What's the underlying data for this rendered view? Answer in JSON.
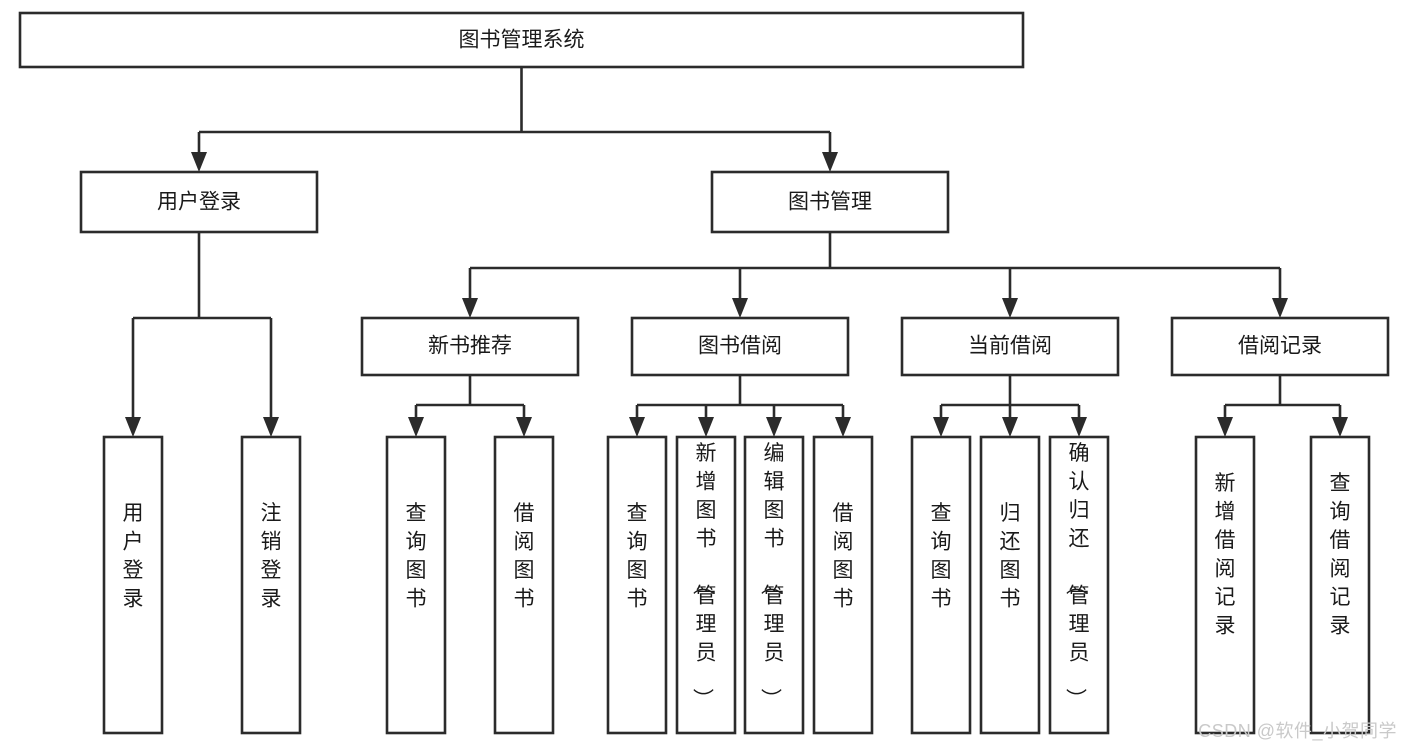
{
  "diagram": {
    "type": "tree",
    "title": "图书管理系统",
    "watermark": "CSDN @软件_小贺同学",
    "colors": {
      "stroke": "#2b2b2b",
      "box_fill": "#ffffff",
      "text": "#1a1a1a",
      "watermark": "#c9c9c9",
      "background": "#ffffff"
    },
    "root": {
      "label": "图书管理系统"
    },
    "level2": [
      {
        "label": "用户登录"
      },
      {
        "label": "图书管理"
      }
    ],
    "level3": [
      {
        "label": "新书推荐"
      },
      {
        "label": "图书借阅"
      },
      {
        "label": "当前借阅"
      },
      {
        "label": "借阅记录"
      }
    ],
    "leaves": {
      "user_login": [
        {
          "label": "用户登录"
        },
        {
          "label": "注销登录"
        }
      ],
      "new_book_recommend": [
        {
          "label": "查询图书"
        },
        {
          "label": "借阅图书"
        }
      ],
      "book_borrow": [
        {
          "label": "查询图书"
        },
        {
          "label": "新增图书（管理员）"
        },
        {
          "label": "编辑图书（管理员）"
        },
        {
          "label": "借阅图书"
        }
      ],
      "current_borrow": [
        {
          "label": "查询图书"
        },
        {
          "label": "归还图书"
        },
        {
          "label": "确认归还（管理员）"
        }
      ],
      "borrow_records": [
        {
          "label": "新增借阅记录"
        },
        {
          "label": "查询借阅记录"
        }
      ]
    }
  }
}
